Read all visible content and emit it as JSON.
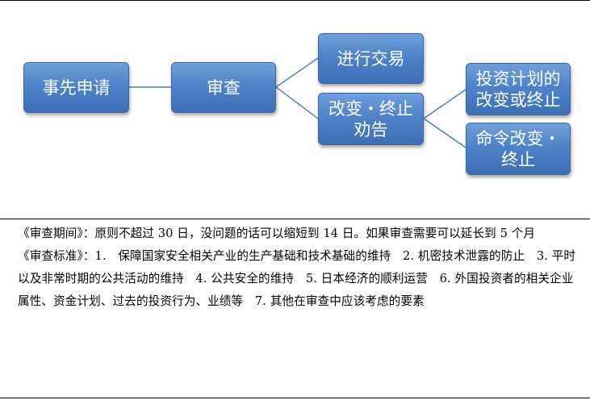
{
  "diagram": {
    "nodes": {
      "apply": "事先申请",
      "review": "审查",
      "trade": "进行交易",
      "recommend_1": "改变・终止",
      "recommend_2": "劝告",
      "plan_1": "投资计划的",
      "plan_2": "改变或终止",
      "order_1": "命令改变・",
      "order_2": "终止"
    },
    "colors": {
      "node_fill": "#4f83c9",
      "node_border": "#3a66a3",
      "connector": "#4a7ab8"
    }
  },
  "notes": {
    "period": "《审查期间》：原则不超过 30 日，没问题的话可以缩短到 14 日。如果审查需要可以延长到 5 个月",
    "criteria": "《审查标准》：1.　保障国家安全相关产业的生产基础和技术基础的维持　2. 机密技术泄露的防止　3. 平时以及非常时期的公共活动的维持　4. 公共安全的维持　5. 日本经济的顺利运营　6. 外国投资者的相关企业属性、资金计划、过去的投资行为、业绩等　7. 其他在审查中应该考虑的要素"
  }
}
